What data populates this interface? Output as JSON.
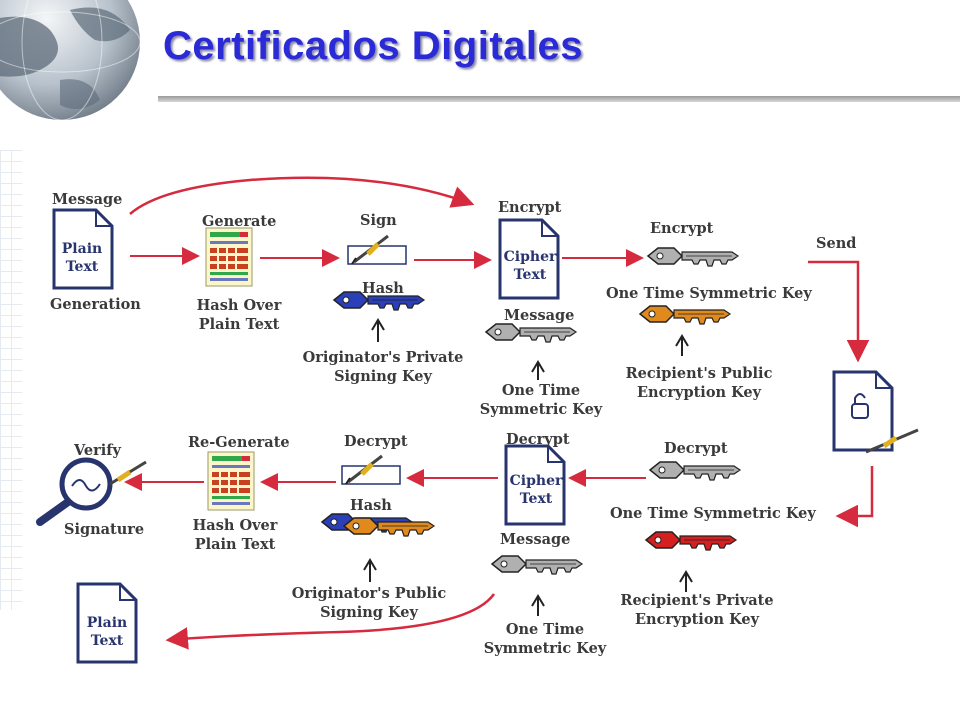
{
  "title": "Certificados Digitales",
  "labels": {
    "message_top": "Message",
    "plain_text_1": "Plain",
    "plain_text_2": "Text",
    "generation": "Generation",
    "generate": "Generate",
    "hash_over_1": "Hash Over",
    "hash_over_2": "Plain Text",
    "sign": "Sign",
    "hash_top": "Hash",
    "orig_private_1": "Originator's Private",
    "orig_private_2": "Signing Key",
    "encrypt_1": "Encrypt",
    "cipher_1": "Cipher",
    "cipher_2": "Text",
    "message_mid": "Message",
    "one_time_1": "One Time",
    "one_time_2": "Symmetric Key",
    "encrypt_2": "Encrypt",
    "one_time_sym_top": "One Time Symmetric Key",
    "recip_public_1": "Recipient's Public",
    "recip_public_2": "Encryption Key",
    "send": "Send",
    "verify": "Verify",
    "signature": "Signature",
    "regenerate": "Re-Generate",
    "hash_over_b1": "Hash Over",
    "hash_over_b2": "Plain Text",
    "decrypt_1": "Decrypt",
    "hash_bottom": "Hash",
    "orig_public_1": "Originator's Public",
    "orig_public_2": "Signing Key",
    "decrypt_2": "Decrypt",
    "cipher_b1": "Cipher",
    "cipher_b2": "Text",
    "message_bottom": "Message",
    "one_time_b1": "One Time",
    "one_time_b2": "Symmetric Key",
    "decrypt_3": "Decrypt",
    "one_time_sym_bottom": "One Time Symmetric Key",
    "recip_private_1": "Recipient's Private",
    "recip_private_2": "Encryption Key",
    "plain_out_1": "Plain",
    "plain_out_2": "Text"
  },
  "colors": {
    "title": "#2a2ad6",
    "arrow": "#d62a3e",
    "doc_border": "#27346e",
    "blue_key": "#2a3fb8",
    "orange_key": "#e08a1e",
    "red_key": "#d62020",
    "gray_key": "#b0b0b0"
  },
  "icons": [
    "globe-icon",
    "document-icon",
    "hash-sheet-icon",
    "signature-pen-icon",
    "key-icon",
    "locked-document-icon",
    "magnifier-icon"
  ]
}
